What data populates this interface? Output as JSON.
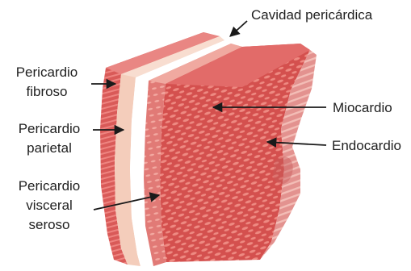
{
  "labels": {
    "pericardial_cavity": "Cavidad pericárdica",
    "fibrous_pericardium": [
      "Pericardio",
      "fibroso"
    ],
    "parietal_pericardium": [
      "Pericardio",
      "parietal"
    ],
    "visceral_serous_pericardium": [
      "Pericardio",
      "visceral",
      "seroso"
    ],
    "myocardium": "Miocardio",
    "endocardium": "Endocardio"
  },
  "colors": {
    "fibrous_layer": "#d9615c",
    "parietal_layer": "#f3c9b7",
    "visceral_layer": "#eba194",
    "myocardium": "#d6514f",
    "myocardium_pattern": "#ef8a83",
    "endocardium": "#e0898a",
    "top_surface": "#e57372",
    "arrow": "#1a1a1a"
  }
}
